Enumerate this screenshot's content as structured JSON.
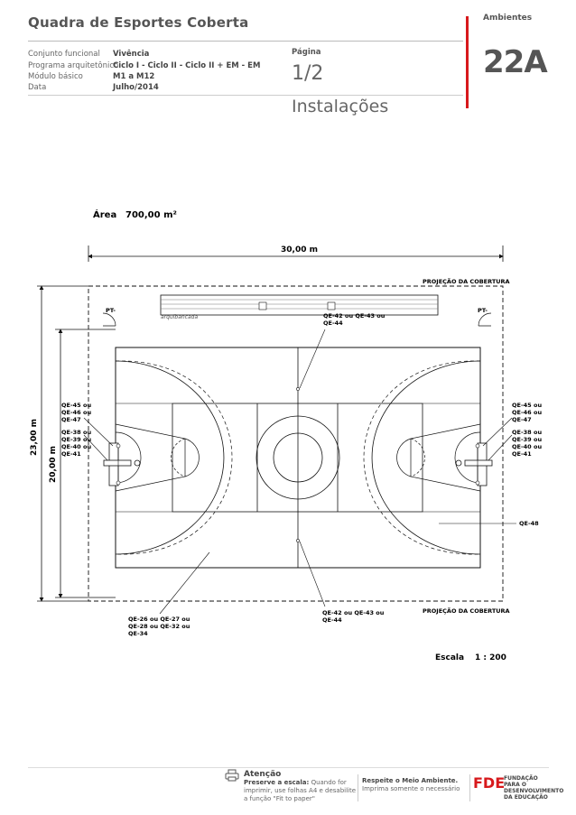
{
  "header": {
    "title": "Quadra de Esportes Coberta",
    "ambientes_label": "Ambientes",
    "ambiente_code": "22A",
    "meta": [
      {
        "key": "Conjunto funcional",
        "value": "Vivência"
      },
      {
        "key": "Programa arquitetônico",
        "value": "Ciclo I - Ciclo II - Ciclo II + EM - EM"
      },
      {
        "key": "Módulo básico",
        "value": "M1 a M12"
      },
      {
        "key": "Data",
        "value": "Julho/2014"
      }
    ],
    "pagina_label": "Página",
    "pagina_value": "1/2",
    "section": "Instalações"
  },
  "drawing": {
    "area_label": "Área",
    "area_value": "700,00 m²",
    "width_dim": "30,00 m",
    "height_outer_dim": "23,00 m",
    "height_inner_dim": "20,00 m",
    "projecao_top": "PROJEÇÃO DA COBERTURA",
    "projecao_bottom": "PROJEÇÃO DA COBERTURA",
    "pt_left": "PT-",
    "pt_right": "PT-",
    "arquibancada": "arquibancada",
    "qe_top_1": "QE-42 ou QE-43 ou",
    "qe_top_2": "QE-44",
    "qe_left_a": [
      "QE-45 ou",
      "QE-46 ou",
      "QE-47"
    ],
    "qe_left_b": [
      "QE-38 ou",
      "QE-39 ou",
      "QE-40 ou",
      "QE-41"
    ],
    "qe_right_a": [
      "QE-45 ou",
      "QE-46 ou",
      "QE-47"
    ],
    "qe_right_b": [
      "QE-38 ou",
      "QE-39 ou",
      "QE-40 ou",
      "QE-41"
    ],
    "qe_right_48": "QE-48",
    "qe_bottom_1": "QE-42 ou QE-43 ou",
    "qe_bottom_2": "QE-44",
    "qe_bl_1": "QE-26 ou QE-27 ou",
    "qe_bl_2": "QE-28 ou QE-32 ou",
    "qe_bl_3": "QE-34",
    "escala_label": "Escala",
    "escala_value": "1 : 200"
  },
  "footer": {
    "atencao_title": "Atenção",
    "atencao_bold": "Preserve a escala:",
    "atencao_text": "Quando for imprimir, use folhas A4 e desabilite a função \"Fit to paper\"",
    "respeite_bold": "Respeite o Meio Ambiente.",
    "respeite_text": "Imprima somente o necessário",
    "fde_abbr": "FDE",
    "fde_name": "FUNDAÇÃO PARA O DESENVOLVIMENTO DA EDUCAÇÃO",
    "colors": {
      "accent_red": "#d7191c",
      "text_gray": "#555555"
    }
  }
}
